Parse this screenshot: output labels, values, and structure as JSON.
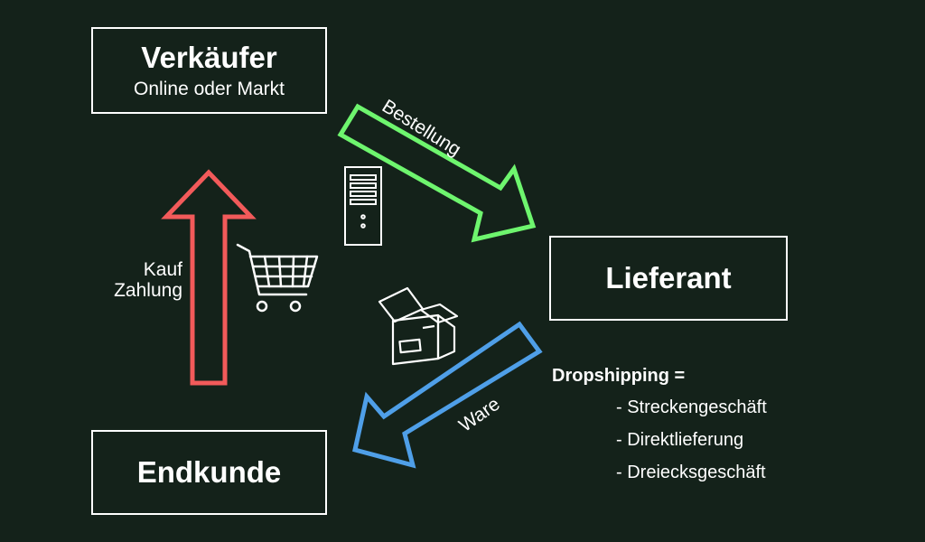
{
  "seller": {
    "title": "Verkäufer",
    "subtitle": "Online oder Markt"
  },
  "supplier": {
    "title": "Lieferant"
  },
  "customer": {
    "title": "Endkunde"
  },
  "arrows": {
    "purchase": {
      "line1": "Kauf",
      "line2": "Zahlung",
      "color": "#f25a5a"
    },
    "order": {
      "label": "Bestellung",
      "color": "#6ef56e"
    },
    "goods": {
      "label": "Ware",
      "color": "#4f9fe8"
    }
  },
  "icons": [
    "server-icon",
    "shopping-cart-icon",
    "open-box-icon"
  ],
  "dropshipping": {
    "title": "Dropshipping =",
    "items": [
      "- Streckengeschäft",
      "- Direktlieferung",
      "- Dreiecksgeschäft"
    ]
  }
}
